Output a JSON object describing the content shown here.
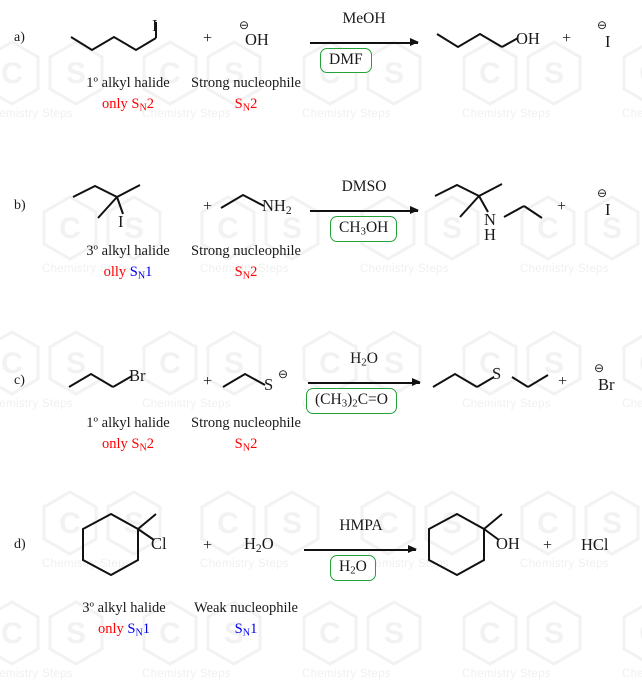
{
  "page": {
    "title": "SN1 SN2 reaction practice problems",
    "background": "#ffffff",
    "watermark_text": "Chemistry Steps",
    "accent_green": "#23a23a",
    "red": "#ff0000",
    "blue": "#0000ee"
  },
  "rows": [
    {
      "letter": "a)",
      "substrate": {
        "kind": "skeletal-chain",
        "label": "I",
        "caption": "1º alkyl halide",
        "caption_prefix": "only",
        "caption_prefix_color": "red",
        "mechanism": "S_N2",
        "mechanism_color": "red",
        "mechanism_display": "SN2"
      },
      "plus1": "+",
      "nucleophile": {
        "label": "OH",
        "charge": "⊖",
        "caption": "Strong nucleophile",
        "mechanism_display": "SN2",
        "mechanism_color": "red"
      },
      "conditions": {
        "above": "MeOH",
        "below": "DMF"
      },
      "product": {
        "label": "OH"
      },
      "plus2": "+",
      "byproduct": {
        "label": "I",
        "charge": "⊖"
      }
    },
    {
      "letter": "b)",
      "substrate": {
        "kind": "tertiary-halide",
        "label": "I",
        "caption": "3º alkyl halide",
        "caption_prefix": "olly",
        "caption_prefix_color": "red",
        "mechanism_display": "SN1",
        "mechanism_color": "blue"
      },
      "plus1": "+",
      "nucleophile": {
        "label": "NH2",
        "charge": "",
        "caption": "Strong nucleophile",
        "mechanism_display": "SN2",
        "mechanism_color": "red"
      },
      "conditions": {
        "above": "DMSO",
        "below": "CH3OH"
      },
      "product": {
        "label": "N",
        "label2": "H"
      },
      "plus2": "+",
      "byproduct": {
        "label": "I",
        "charge": "⊖"
      }
    },
    {
      "letter": "c)",
      "substrate": {
        "kind": "skeletal-chain",
        "label": "Br",
        "caption": "1º alkyl halide",
        "caption_prefix": "only",
        "caption_prefix_color": "red",
        "mechanism_display": "SN2",
        "mechanism_color": "red"
      },
      "plus1": "+",
      "nucleophile": {
        "label": "S",
        "charge": "⊖",
        "caption": "Strong nucleophile",
        "mechanism_display": "SN2",
        "mechanism_color": "red"
      },
      "conditions": {
        "above": "H2O",
        "below": "(CH3)2C=O"
      },
      "product": {
        "label": "S"
      },
      "plus2": "+",
      "byproduct": {
        "label": "Br",
        "charge": "⊖"
      }
    },
    {
      "letter": "d)",
      "substrate": {
        "kind": "cyclohexane",
        "label": "Cl",
        "caption": "3º alkyl halide",
        "caption_prefix": "only",
        "caption_prefix_color": "red",
        "mechanism_display": "SN1",
        "mechanism_color": "blue"
      },
      "plus1": "+",
      "nucleophile": {
        "label": "H2O",
        "charge": "",
        "caption": "Weak nucleophile",
        "mechanism_display": "SN1",
        "mechanism_color": "blue"
      },
      "conditions": {
        "above": "HMPA",
        "below": "H2O"
      },
      "product": {
        "label": "OH"
      },
      "plus2": "+",
      "byproduct": {
        "label": "HCl",
        "charge": ""
      }
    }
  ],
  "labels": {
    "row_a_letter": "a)",
    "row_b_letter": "b)",
    "row_c_letter": "c)",
    "row_d_letter": "d)",
    "plus": "+",
    "minus_charge": "⊖",
    "degree": "º"
  }
}
